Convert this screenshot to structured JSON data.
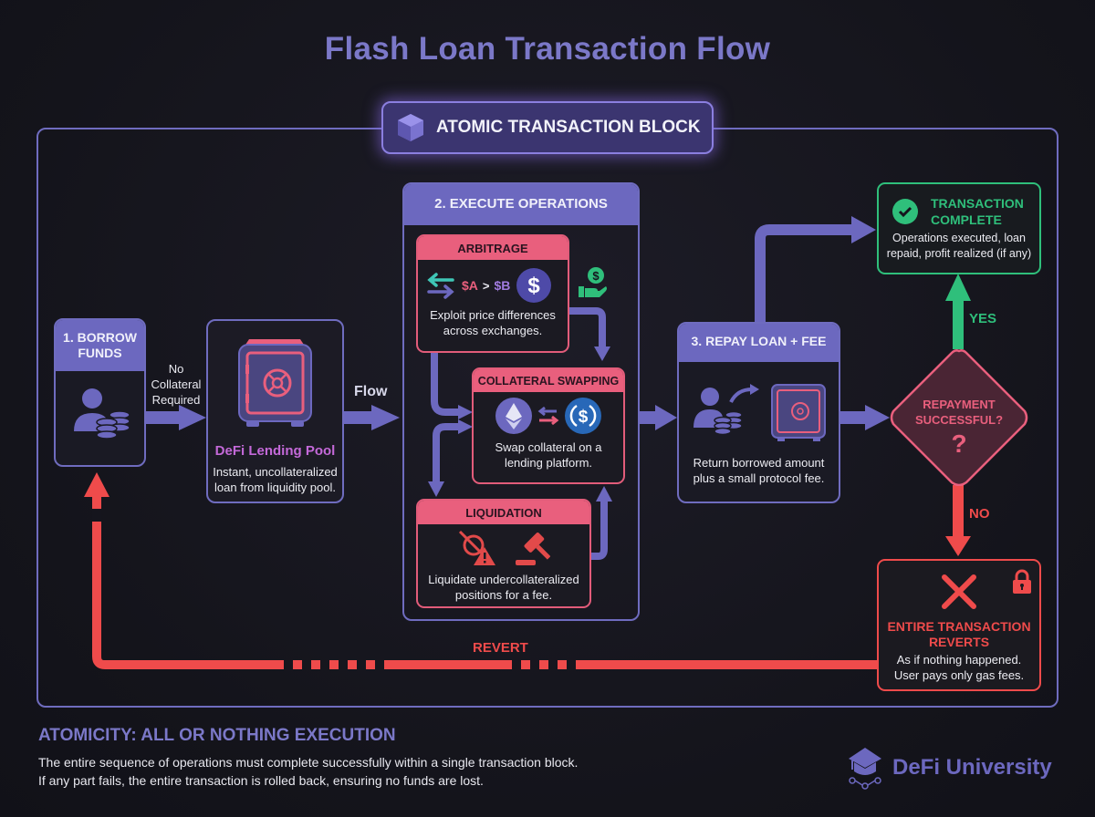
{
  "title": "Flash Loan Transaction Flow",
  "atomic_block": {
    "label": "ATOMIC TRANSACTION BLOCK",
    "icon": "cube-icon"
  },
  "borrow": {
    "title": "1. BORROW FUNDS",
    "icon": "user-coins-icon"
  },
  "no_collateral": [
    "No",
    "Collateral",
    "Required"
  ],
  "lending_pool": {
    "title": "DeFi Lending Pool",
    "desc": [
      "Instant, uncollateralized",
      "loan from liquidity pool."
    ],
    "icon": "vault-icon"
  },
  "flow_label": "Flow",
  "execute": {
    "title": "2. EXECUTE OPERATIONS",
    "arbitrage": {
      "title": "ARBITRAGE",
      "price_a": "$A",
      "gt": ">",
      "price_b": "$B",
      "desc": [
        "Exploit price differences",
        "across exchanges."
      ]
    },
    "collateral": {
      "title": "COLLATERAL SWAPPING",
      "desc": [
        "Swap collateral on a",
        "lending platform."
      ]
    },
    "liquidation": {
      "title": "LIQUIDATION",
      "desc": [
        "Liquidate undercollateralized",
        "positions for a fee."
      ]
    }
  },
  "repay": {
    "title": "3. REPAY LOAN + FEE",
    "desc": [
      "Return borrowed amount",
      "plus a small protocol fee."
    ]
  },
  "decision": {
    "line1": "REPAYMENT",
    "line2": "SUCCESSFUL?",
    "mark": "?"
  },
  "yes_label": "YES",
  "no_label": "NO",
  "complete": {
    "title": [
      "TRANSACTION",
      "COMPLETE"
    ],
    "desc": [
      "Operations executed, loan",
      "repaid, profit realized (if any)"
    ]
  },
  "reverts": {
    "title": [
      "ENTIRE TRANSACTION",
      "REVERTS"
    ],
    "desc": [
      "As if nothing happened.",
      "User pays only gas fees."
    ]
  },
  "revert_label": "REVERT",
  "footer": {
    "heading": "ATOMICITY: ALL OR NOTHING EXECUTION",
    "lines": [
      "The entire sequence of operations must complete successfully within a single transaction block.",
      "If any part fails, the entire transaction is rolled back, ensuring no funds are lost."
    ],
    "brand": "DeFi University"
  },
  "colors": {
    "accent": "#6c68bf",
    "pink": "#e95f7d",
    "green": "#2fbf7b",
    "red": "#ef4b4b",
    "title": "#7b78c8"
  }
}
